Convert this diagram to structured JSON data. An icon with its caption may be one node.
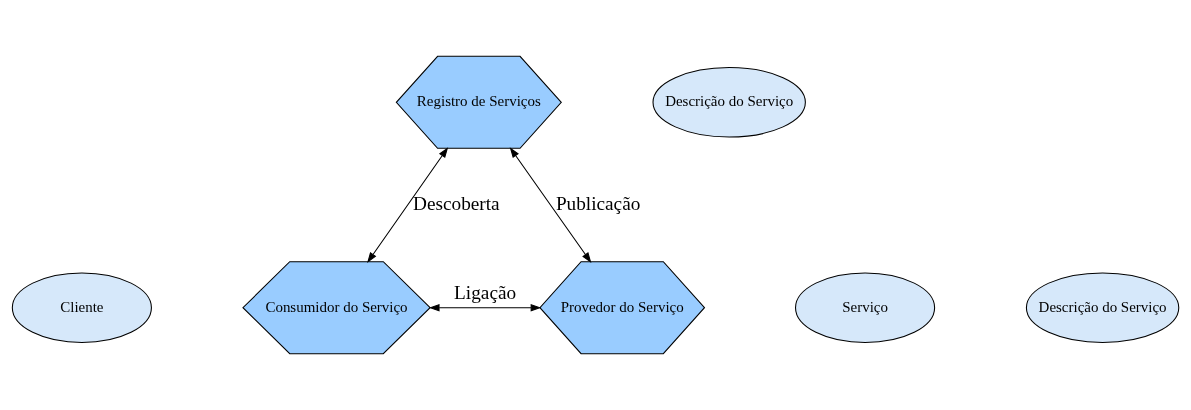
{
  "diagram": {
    "nodes": [
      {
        "text": [
          "Registro de Serviços"
        ]
      },
      {
        "text": [
          "Descrição do Serviço"
        ]
      },
      {
        "text": [
          "Consumidor do Serviço"
        ]
      },
      {
        "text": [
          "Cliente"
        ]
      },
      {
        "text": [
          "Provedor do Serviço"
        ]
      },
      {
        "text": [
          "Serviço"
        ]
      },
      {
        "text": [
          "Descrição do Serviço"
        ]
      }
    ],
    "edges": [
      {
        "from": 2,
        "to": 0,
        "arrow": "both",
        "label": "Descoberta"
      },
      {
        "from": 0,
        "to": 4,
        "arrow": "both",
        "label": "Publicação"
      },
      {
        "from": 2,
        "to": 4,
        "arrow": "both",
        "label": "Ligação"
      }
    ]
  }
}
